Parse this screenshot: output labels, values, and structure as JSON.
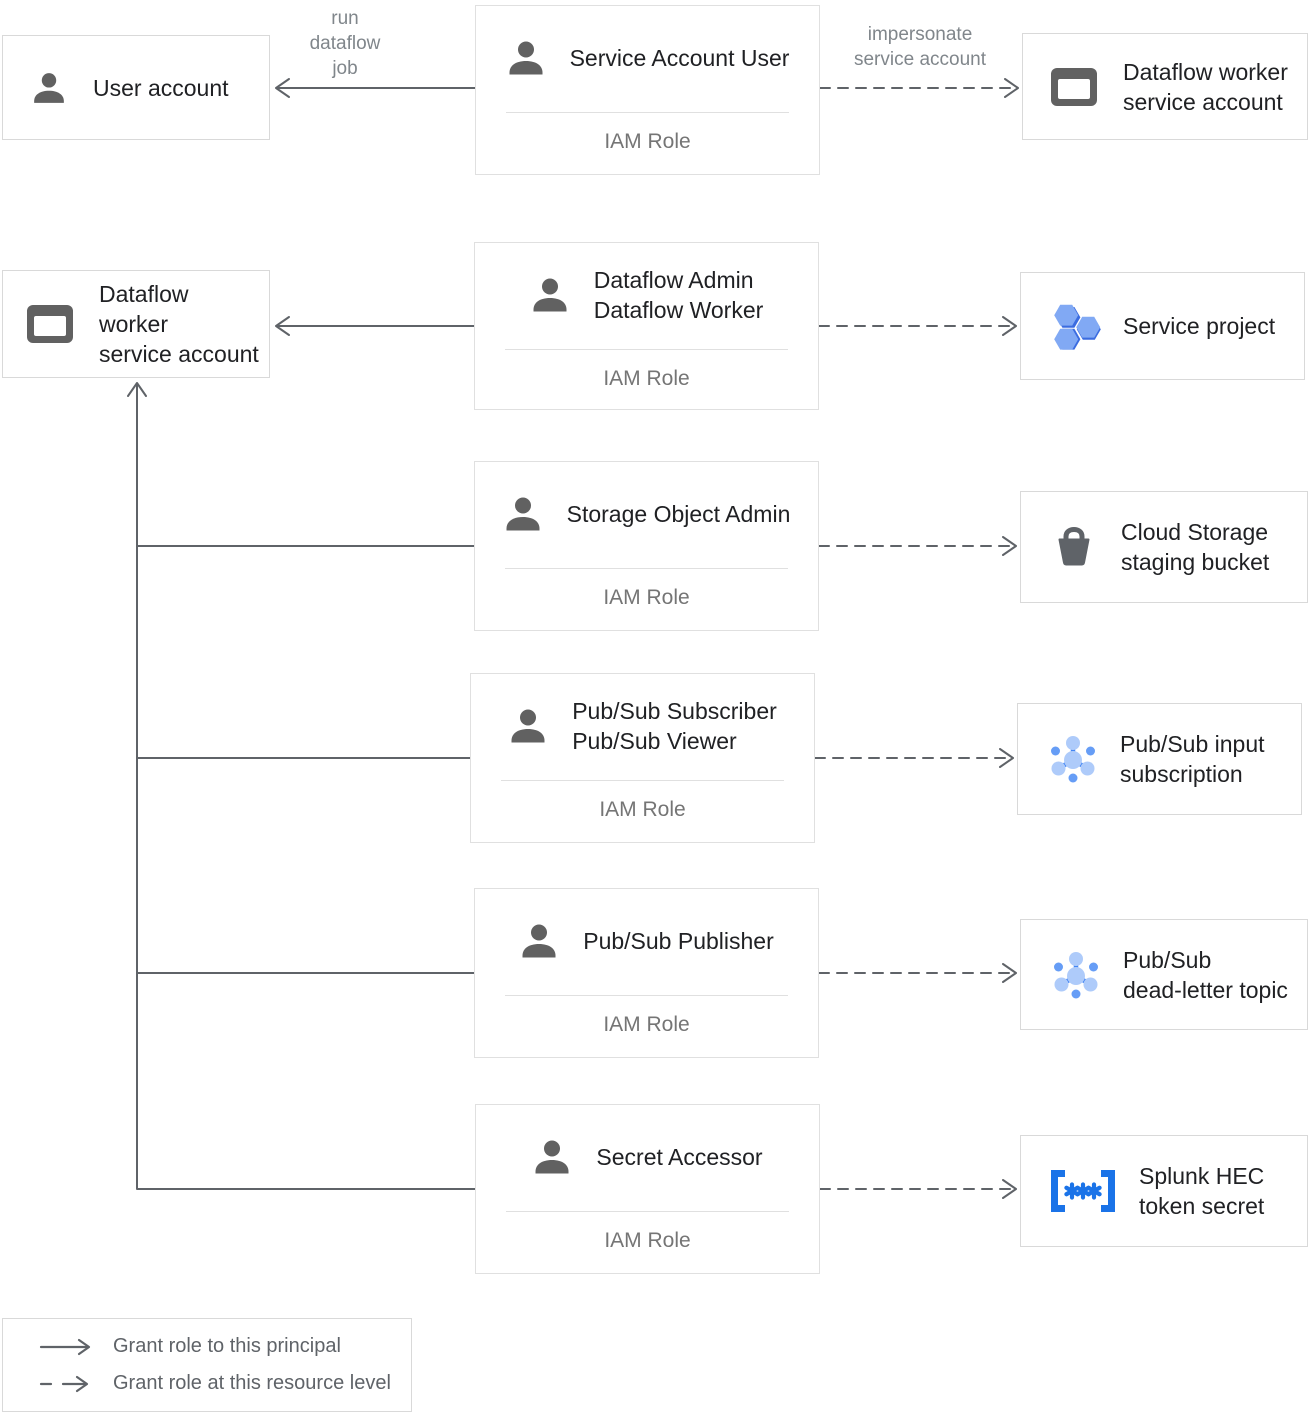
{
  "roles": [
    {
      "lines": [
        "Service Account User"
      ],
      "footer": "IAM Role"
    },
    {
      "lines": [
        "Dataflow Admin",
        "Dataflow Worker"
      ],
      "footer": "IAM Role"
    },
    {
      "lines": [
        "Storage Object Admin"
      ],
      "footer": "IAM Role"
    },
    {
      "lines": [
        "Pub/Sub Subscriber",
        "Pub/Sub Viewer"
      ],
      "footer": "IAM Role"
    },
    {
      "lines": [
        "Pub/Sub Publisher"
      ],
      "footer": "IAM Role"
    },
    {
      "lines": [
        "Secret Accessor"
      ],
      "footer": "IAM Role"
    }
  ],
  "entities": {
    "user_account": {
      "line1": "User account"
    },
    "dataflow_worker_sa_right": {
      "line1": "Dataflow worker",
      "line2": "service account"
    },
    "dataflow_worker_sa_left": {
      "line1": "Dataflow worker",
      "line2": "service account"
    },
    "service_project": {
      "line1": "Service project"
    },
    "cloud_storage": {
      "line1": "Cloud Storage",
      "line2": "staging bucket"
    },
    "pubsub_input_subscription": {
      "line1": "Pub/Sub input",
      "line2": "subscription"
    },
    "pubsub_dead_letter_topic": {
      "line1": "Pub/Sub",
      "line2": "dead-letter topic"
    },
    "splunk_hec_token_secret": {
      "line1": "Splunk HEC",
      "line2": "token secret"
    }
  },
  "edge_labels": {
    "run_dataflow_job": {
      "line1": "run",
      "line2": "dataflow",
      "line3": "job"
    },
    "impersonate_service_account": {
      "line1": "impersonate",
      "line2": "service account"
    }
  },
  "legend": {
    "solid_label": "Grant role to this principal",
    "dashed_label": "Grant role at this resource level"
  },
  "colors": {
    "arrow_gray": "#5f6368",
    "text_primary": "#202124",
    "text_muted": "#757575",
    "label_gray": "#80868b",
    "box_border": "#d9d9d9",
    "icon_gray": "#616161",
    "blue": "#4285f4",
    "blue_medium": "#669df6",
    "blue_light": "#aecbfa",
    "blue_dark": "#1a73e8",
    "hexagon_fill": "#81a9f4",
    "hexagon_shadow": "#3b6ce0"
  }
}
